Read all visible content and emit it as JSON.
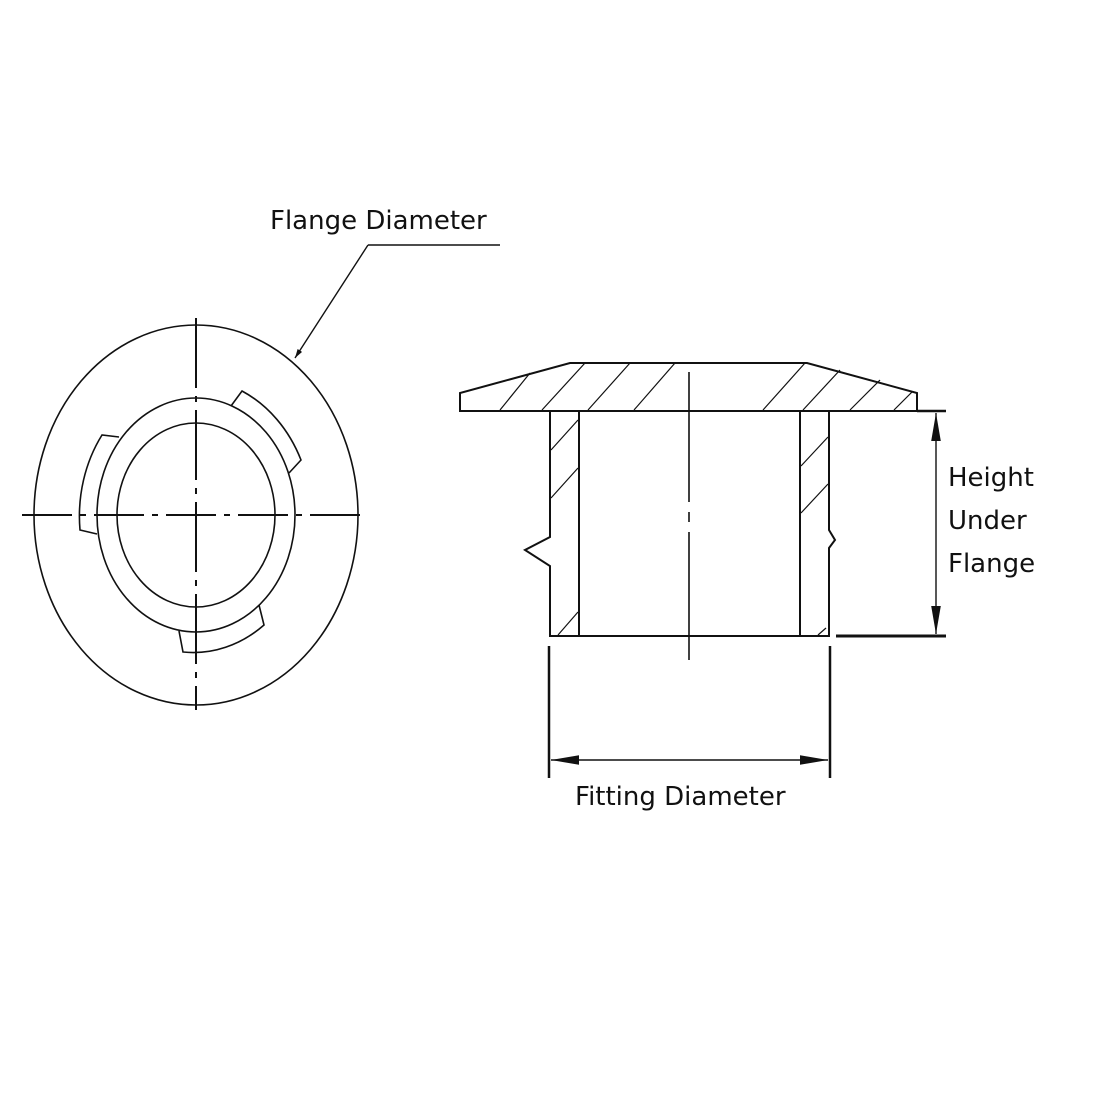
{
  "labels": {
    "flange_diameter": "Flange Diameter",
    "height_under_flange": [
      "Height",
      "Under",
      "Flange"
    ],
    "fitting_diameter": "Fitting Diameter"
  },
  "colors": {
    "line": "#111111",
    "background": "#ffffff"
  }
}
